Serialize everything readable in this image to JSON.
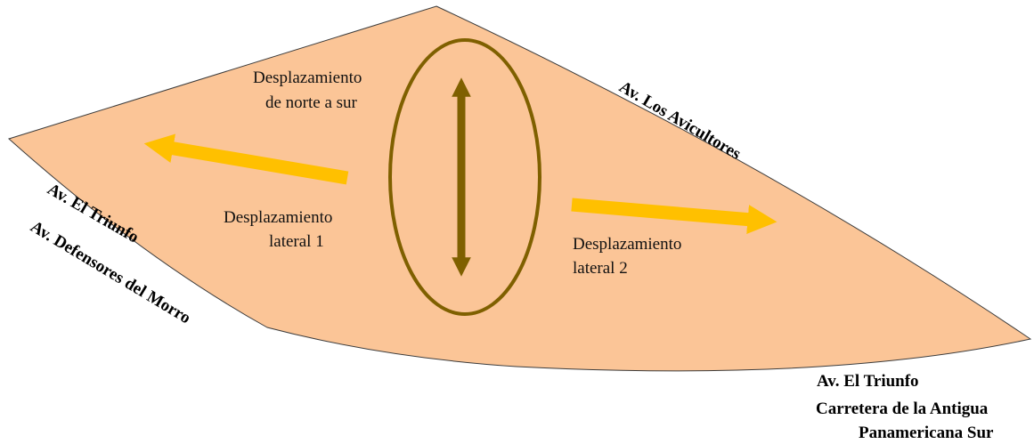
{
  "colors": {
    "zone_fill": "#FBC597",
    "zone_outline": "#3B3B3B",
    "lateral_arrow": "#FFC000",
    "north_south_arrow": "#7F6000",
    "ellipse_stroke": "#7F6000"
  },
  "labels": {
    "north_south": [
      "Desplazamiento",
      "de norte a sur"
    ],
    "lateral_1": [
      "Desplazamiento",
      "lateral  1"
    ],
    "lateral_2": [
      "Desplazamiento",
      "lateral  2"
    ]
  },
  "roads": {
    "los_avicultores": "Av. Los Avicultores",
    "el_triunfo_west": "Av. El Triunfo",
    "defensores_del_morro": "Av. Defensores del Morro",
    "el_triunfo_south": "Av. El Triunfo",
    "carretera_line1": "Carretera de la Antigua",
    "carretera_line2": "Panamericana Sur"
  }
}
